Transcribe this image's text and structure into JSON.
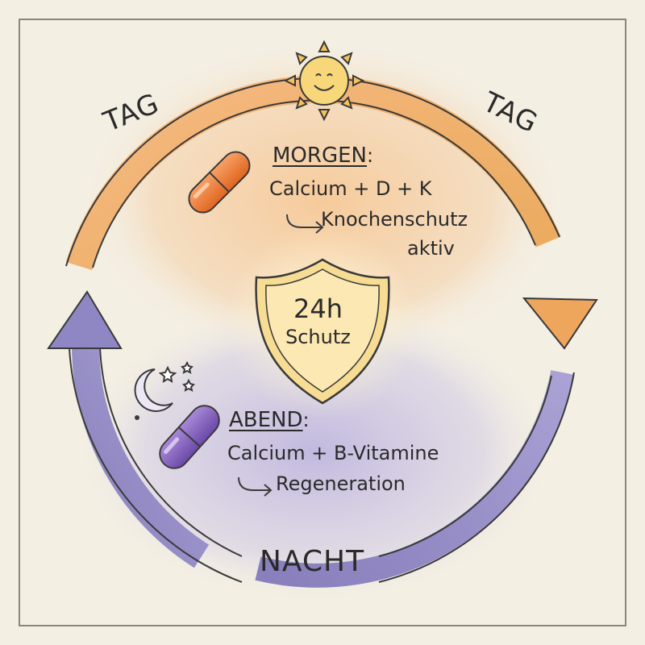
{
  "cycle": {
    "tag_left": "TAG",
    "tag_right": "TAG",
    "night": "NACHT"
  },
  "morning": {
    "title": "MORGEN",
    "title_suffix": ":",
    "line1": "Calcium + D + K",
    "line2": "Knochenschutz",
    "line3": "aktiv",
    "arrow_icon": "hooked-arrow-right",
    "pill_icon": "orange-capsule",
    "symbol_icon": "smiling-sun"
  },
  "evening": {
    "title": "ABEND",
    "title_suffix": ":",
    "line1": "Calcium + B-Vitamine",
    "line2": "Regeneration",
    "arrow_icon": "hooked-arrow-right",
    "pill_icon": "purple-capsule",
    "symbol_icon": "moon-and-stars"
  },
  "shield": {
    "line1": "24h",
    "line2": "Schutz",
    "icon": "shield"
  },
  "colors": {
    "day": "#f2a25a",
    "night": "#8f86c4",
    "paper": "#f4efe3",
    "ink": "#2a2a2a",
    "shield": "#f6d98a"
  }
}
